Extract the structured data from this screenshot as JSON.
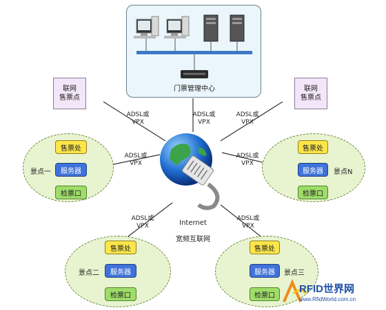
{
  "center": {
    "label": "门票管理中心"
  },
  "online_left": {
    "label": "联网\n售票点"
  },
  "online_right": {
    "label": "联网\n售票点"
  },
  "links": {
    "top_left": "ADSL或\nVPX",
    "top_center": "ADSL或\nVPX",
    "top_right": "ADSL或\nVPX",
    "mid_left": "ADSL或\nVPX",
    "mid_right": "ADSL或\nVPX",
    "bottom_left": "ADSL或\nVPX",
    "bottom_right": "ADSL或\nVPX"
  },
  "internet": {
    "line1": "Internet",
    "line2": "宽频互联网"
  },
  "sites": {
    "one": {
      "name": "景点一",
      "sale": "售票处",
      "server": "服务器",
      "check": "检票口"
    },
    "n": {
      "name": "景点N",
      "sale": "售票处",
      "server": "服务器",
      "check": "检票口"
    },
    "two": {
      "name": "景点二",
      "sale": "售票处",
      "server": "服务器",
      "check": "检票口"
    },
    "three": {
      "name": "景点三",
      "sale": "售票处",
      "server": "服务器",
      "check": "检票口"
    }
  },
  "brand": {
    "logo": "RFID世界网",
    "url": "www.RfidWorld.com.cn"
  },
  "colors": {
    "sale": "#fde54a",
    "server": "#3f73d9",
    "check": "#9fdc6a",
    "ellipse": "#e8f4cf",
    "online": "#f3e6f8",
    "panel": "#eaf6fb"
  }
}
